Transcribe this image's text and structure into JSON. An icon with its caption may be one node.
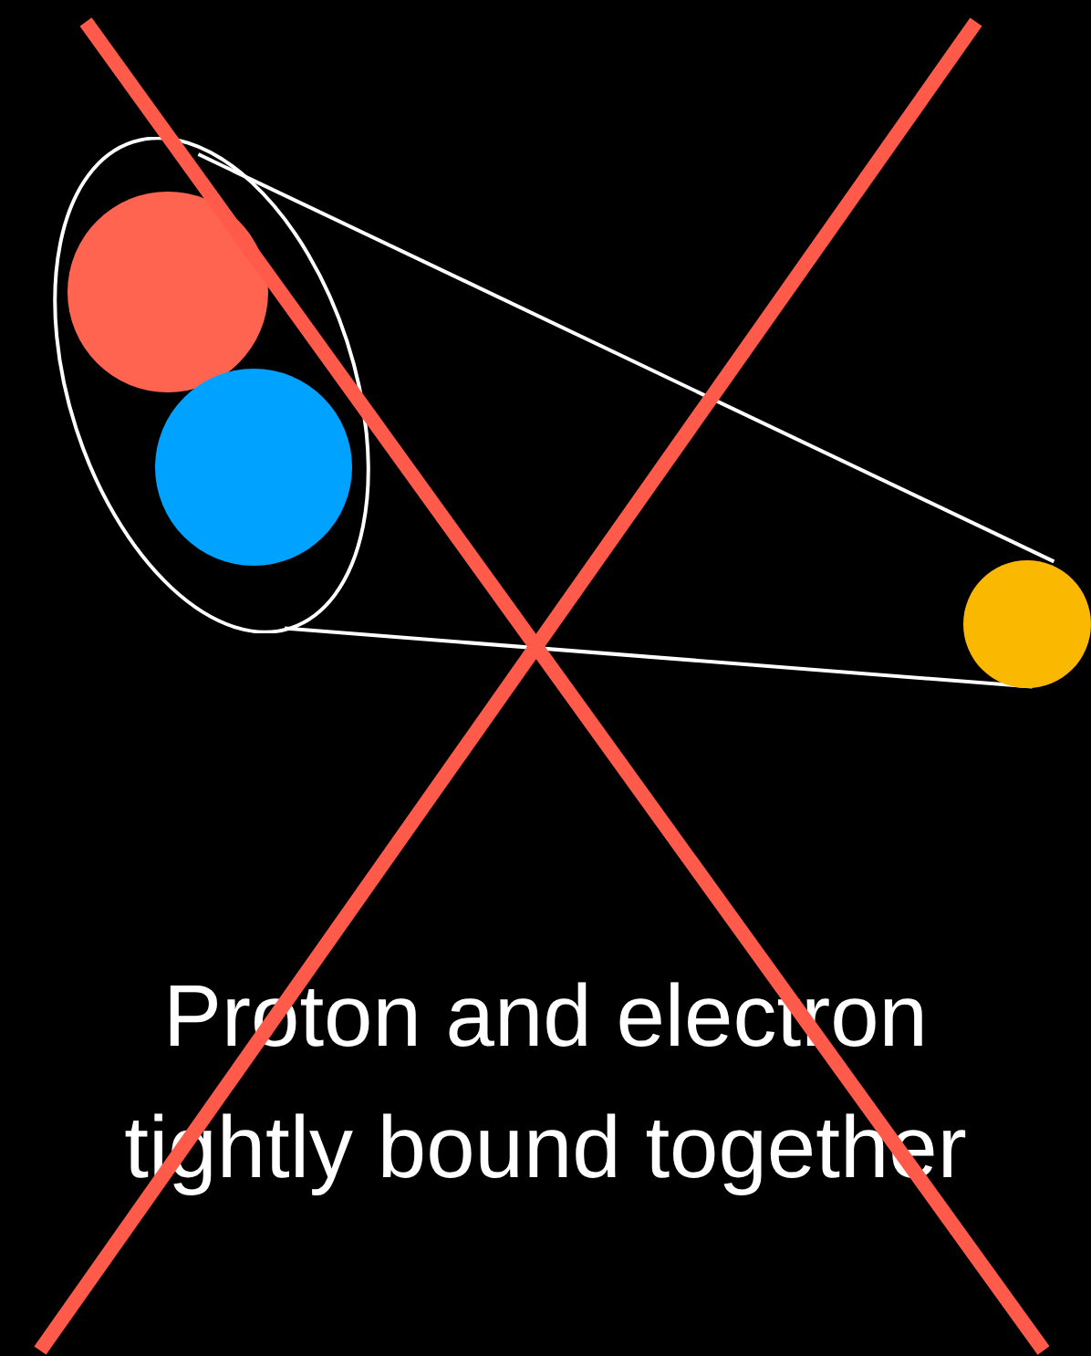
{
  "diagram": {
    "nodes": [
      {
        "text": [],
        "shape": "ellipse"
      },
      {
        "text": [],
        "shape": "circle",
        "in": 0
      },
      {
        "text": [],
        "shape": "circle",
        "in": 0
      },
      {
        "text": [],
        "shape": "circle"
      }
    ],
    "edges": [
      {
        "from": 0,
        "to": 3,
        "arrow": "none"
      },
      {
        "from": 0,
        "to": 3,
        "arrow": "none"
      }
    ],
    "labels": [
      "Proton and electron tightly bound together"
    ]
  }
}
